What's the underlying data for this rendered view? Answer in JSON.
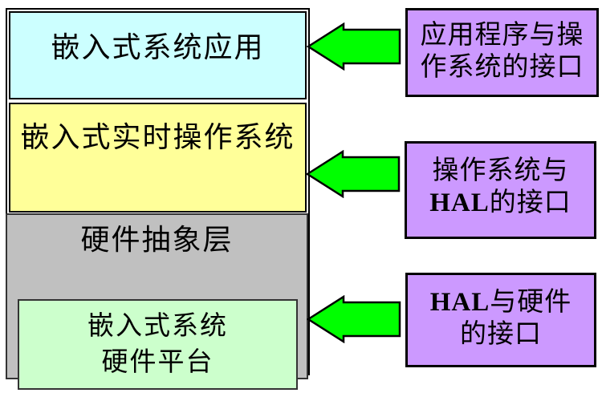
{
  "colors": {
    "application_bg": "#ccffff",
    "rtos_bg": "#ffff99",
    "hal_bg": "#c0c0c0",
    "hardware_bg": "#ccffcc",
    "annotation_bg": "#cc99ff",
    "arrow_fill": "#00ff00",
    "border": "#000000"
  },
  "stack": {
    "layers": [
      {
        "id": "application",
        "label": "嵌入式系统应用"
      },
      {
        "id": "rtos",
        "label": "嵌入式实时操作系统"
      },
      {
        "id": "hal",
        "label": "硬件抽象层"
      },
      {
        "id": "hardware",
        "lines": [
          "嵌入式系统",
          "硬件平台"
        ]
      }
    ]
  },
  "annotations": [
    {
      "id": "app-os-interface",
      "lines": [
        "应用程序与操",
        "作系统的接口"
      ]
    },
    {
      "id": "os-hal-interface",
      "lines": [
        "操作系统与",
        "HAL的接口"
      ]
    },
    {
      "id": "hal-hw-interface",
      "lines": [
        "HAL与硬件",
        "的接口"
      ]
    }
  ],
  "arrows": {
    "direction": "left",
    "count": 3
  }
}
